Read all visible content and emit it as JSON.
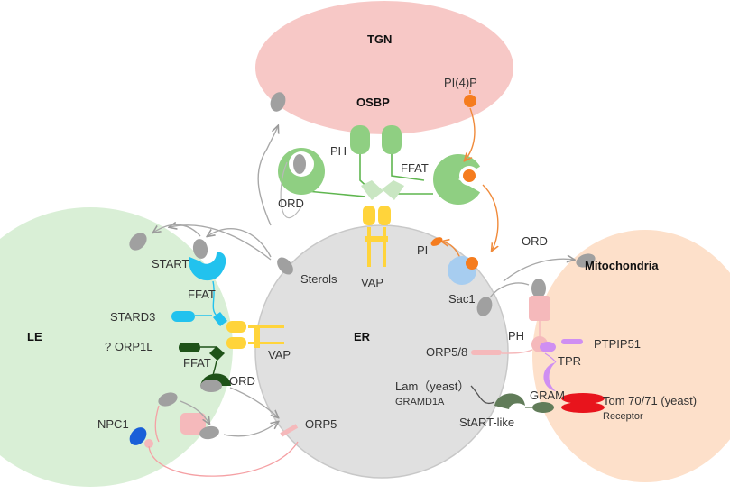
{
  "organelles": {
    "tgn": "TGN",
    "le": "LE",
    "er": "ER",
    "mito": "Mitochondria"
  },
  "proteins": {
    "osbp": "OSBP",
    "pi4p": "PI(4)P",
    "ph_top": "PH",
    "ffat_top": "FFAT",
    "ord_top": "ORD",
    "vap_top": "VAP",
    "pi": "PI",
    "sac1": "Sac1",
    "ord_right": "ORD",
    "start": "START",
    "sterols": "Sterols",
    "ffat_le": "FFAT",
    "stard3": "STARD3",
    "vap_left": "VAP",
    "orp1l": "? ORP1L",
    "ffat_le2": "FFAT",
    "ord_le": "ORD",
    "npc1": "NPC1",
    "orp5": "ORP5",
    "orp58": "ORP5/8",
    "ph_right": "PH",
    "ptpip51": "PTPIP51",
    "tpr": "TPR",
    "lam": "Lam（yeast）",
    "gramd1a": "GRAMD1A",
    "gram": "GRAM",
    "tom": "Tom 70/71 (yeast)",
    "receptor": "Receptor",
    "startlike": "StART-like"
  },
  "colors": {
    "tgn": "#f7c8c6",
    "le": "#d9efd6",
    "er": "#e0e0e0",
    "mito": "#fde0ca",
    "ord_green": "#8fcf82",
    "start_blue": "#22c2ee",
    "vap_yellow": "#ffd43b",
    "dark_green": "#1e5218",
    "pi_orange": "#f57c1e",
    "lipid_gray": "#a0a0a0",
    "npc1_blue": "#1a5fd8",
    "tom_red": "#e8141c",
    "pink": "#f5b9bb",
    "violet": "#cf8ff2"
  }
}
